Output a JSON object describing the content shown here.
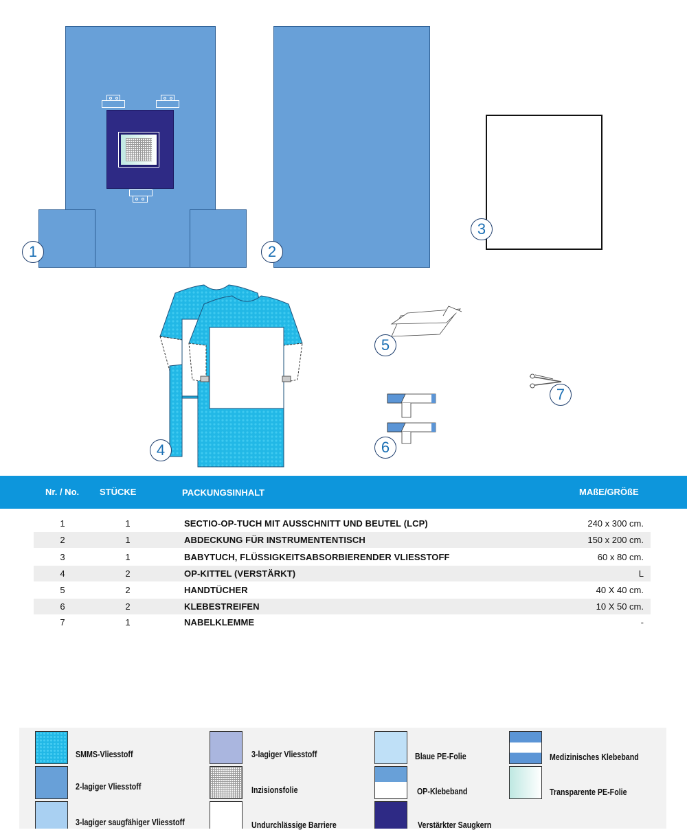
{
  "illustrations": {
    "markers": [
      "1",
      "2",
      "3",
      "4",
      "5",
      "6",
      "7"
    ]
  },
  "table": {
    "headers": {
      "nr": "Nr. / No.",
      "stuecke": "STÜCKE",
      "inhalt": "PACKUNGSINHALT",
      "masse": "MAßE/GRÖßE"
    },
    "rows": [
      {
        "nr": "1",
        "stuecke": "1",
        "inhalt": "SECTIO-OP-TUCH MIT AUSSCHNITT UND BEUTEL (LCP)",
        "masse": "240 x 300 cm."
      },
      {
        "nr": "2",
        "stuecke": "1",
        "inhalt": "ABDECKUNG FÜR INSTRUMENTENTISCH",
        "masse": "150 x 200 cm."
      },
      {
        "nr": "3",
        "stuecke": "1",
        "inhalt": "BABYTUCH, FLÜSSIGKEITSABSORBIERENDER VLIESSTOFF",
        "masse": "60 x 80 cm."
      },
      {
        "nr": "4",
        "stuecke": "2",
        "inhalt": "OP-KITTEL (VERSTÄRKT)",
        "masse": "L"
      },
      {
        "nr": "5",
        "stuecke": "2",
        "inhalt": "HANDTÜCHER",
        "masse": "40 X 40 cm."
      },
      {
        "nr": "6",
        "stuecke": "2",
        "inhalt": "KLEBESTREIFEN",
        "masse": "10 X 50 cm."
      },
      {
        "nr": "7",
        "stuecke": "1",
        "inhalt": "NABELKLEMME",
        "masse": "-"
      }
    ]
  },
  "legend": {
    "items": [
      {
        "label": "SMMS-Vliesstoff",
        "swatch": "smms-nonwoven",
        "color": "#2bbde8"
      },
      {
        "label": "2-lagiger Vliesstoff",
        "swatch": "two-layer-nonwoven",
        "color": "#68a0d8"
      },
      {
        "label": "3-lagiger saugfähiger Vliesstoff",
        "swatch": "three-layer-absorbent",
        "color": "#a9d0f2"
      },
      {
        "label": "3-lagiger Vliesstoff",
        "swatch": "three-layer-nonwoven",
        "color": "#aab6df"
      },
      {
        "label": "Inzisionsfolie",
        "swatch": "incision-film",
        "color": "#e8e8e8"
      },
      {
        "label": "Undurchlässige Barriere",
        "swatch": "impermeable-barrier",
        "color": "#ffffff"
      },
      {
        "label": "Blaue PE-Folie",
        "swatch": "blue-pe-film",
        "color": "#bfe0f7"
      },
      {
        "label": "OP-Klebeband",
        "swatch": "op-tape",
        "color": "#68a0d8"
      },
      {
        "label": "Verstärkter Saugkern",
        "swatch": "reinforced-core",
        "color": "#2e2a85"
      },
      {
        "label": "Medizinisches Klebeband",
        "swatch": "medical-tape",
        "color": "#5b95d6"
      },
      {
        "label": "Transparente PE-Folie",
        "swatch": "transparent-pe-film",
        "color": "#cfeee6"
      }
    ]
  }
}
